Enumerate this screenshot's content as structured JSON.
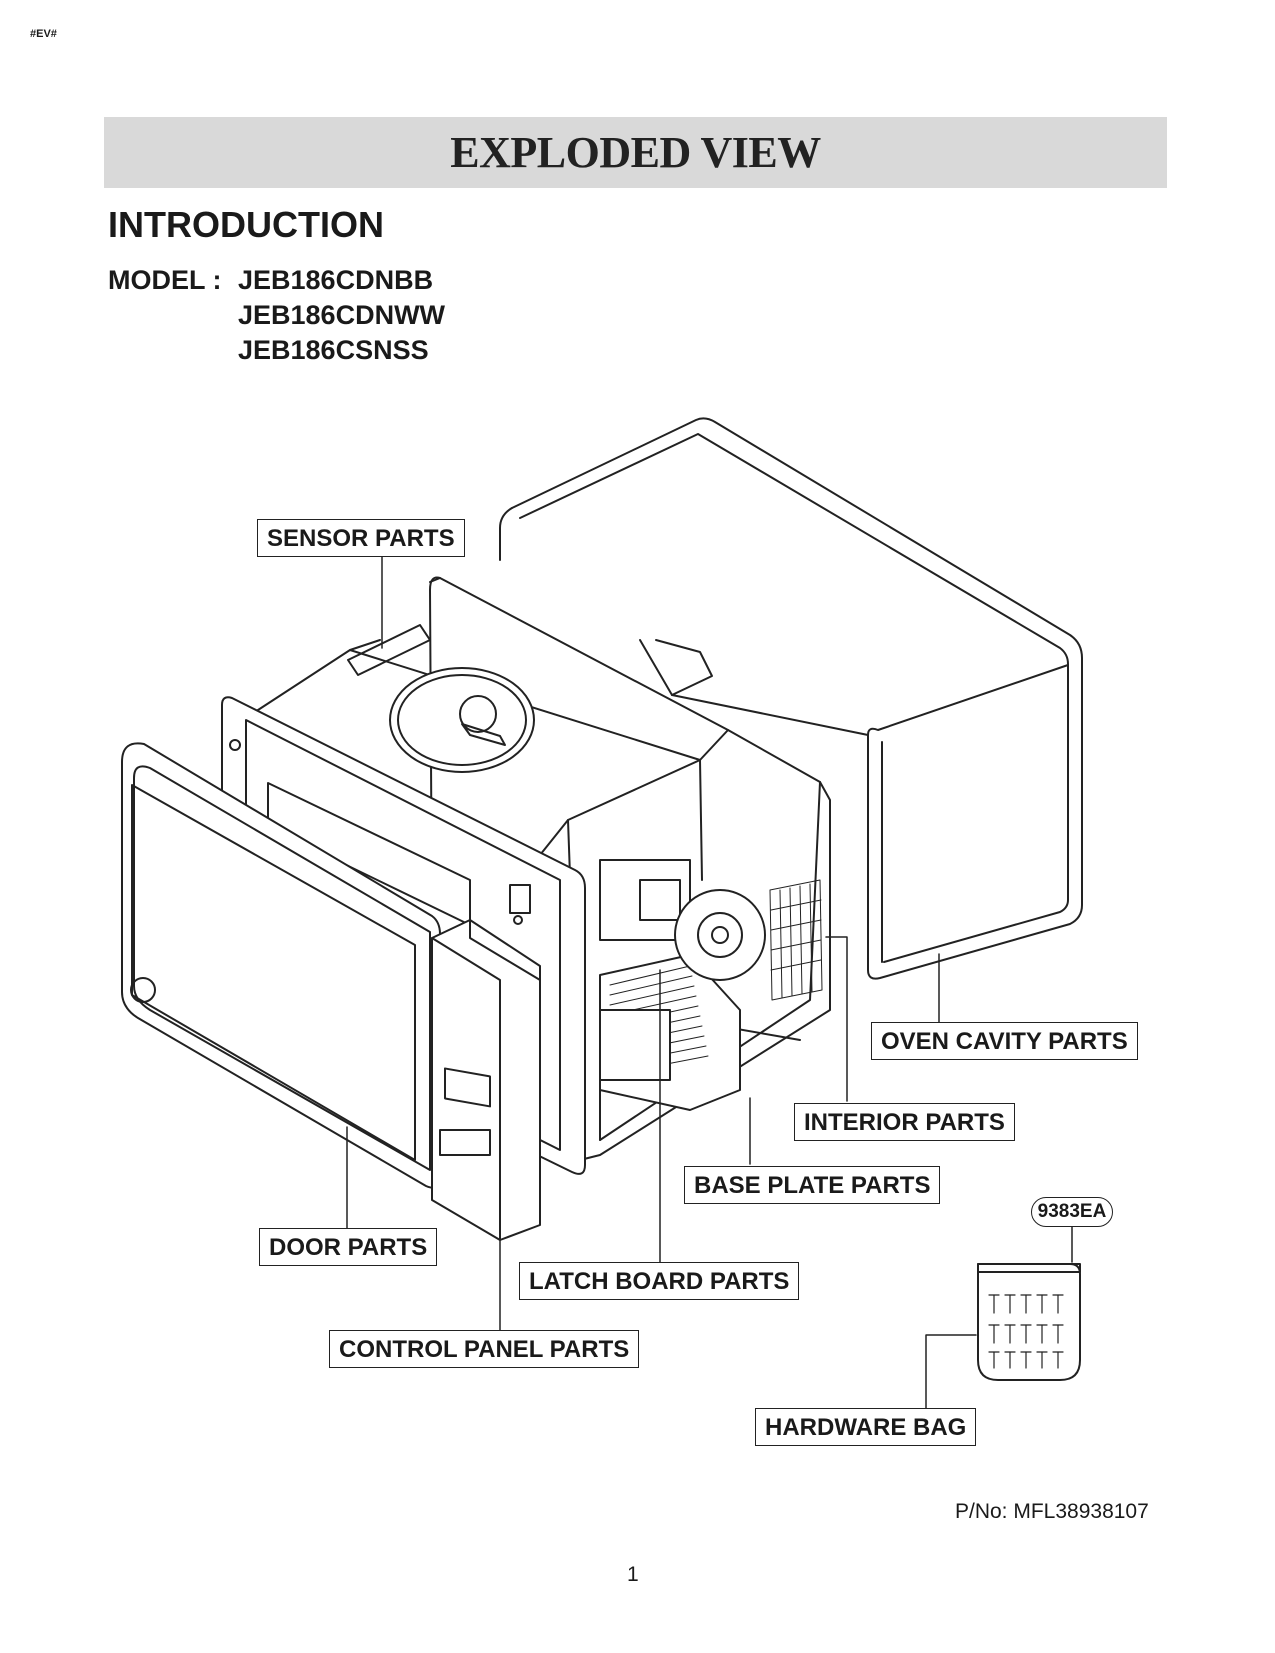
{
  "header": {
    "page_code": "#EV#",
    "title": "EXPLODED VIEW"
  },
  "section": {
    "heading": "INTRODUCTION",
    "model_label": "MODEL :",
    "models": [
      "JEB186CDNBB",
      "JEB186CDNWW",
      "JEB186CSNSS"
    ]
  },
  "diagram": {
    "labels": {
      "sensor": "SENSOR PARTS",
      "oven_cavity": "OVEN CAVITY PARTS",
      "interior": "INTERIOR PARTS",
      "base_plate": "BASE PLATE PARTS",
      "door": "DOOR PARTS",
      "latch_board": "LATCH BOARD PARTS",
      "control_panel": "CONTROL PANEL PARTS",
      "hardware_bag": "HARDWARE BAG"
    },
    "hardware_code": "9383EA"
  },
  "footer": {
    "part_number": "P/No: MFL38938107",
    "page_number": "1"
  }
}
